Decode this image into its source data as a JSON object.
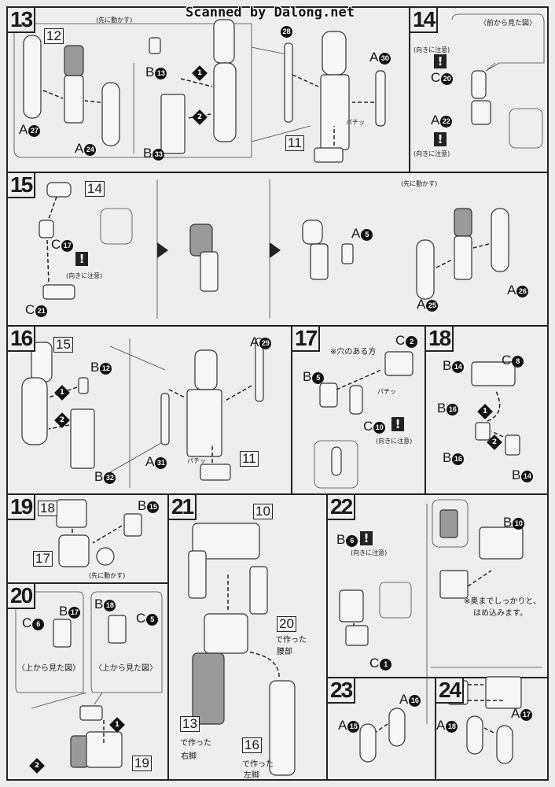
{
  "watermark": "Scanned by Dalong.net",
  "notes": {
    "move_first": "(先に動かす)",
    "mind_direction": "(向きに注意)",
    "front_view": "〈前から見た図〉",
    "top_view": "〈上から見た図〉",
    "side_with_hole": "※穴のある方",
    "click": "パチッ",
    "push_in_1": "※奥までしっかりと、",
    "push_in_2": "はめ込みます。",
    "made_in": "で作った",
    "waist": "腰部",
    "right_leg": "右脚",
    "left_leg": "左脚",
    "warn": "!"
  },
  "steps": {
    "s13": "13",
    "s14": "14",
    "s15": "15",
    "s16": "16",
    "s17": "17",
    "s18": "18",
    "s19": "19",
    "s20": "20",
    "s21": "21",
    "s22": "22",
    "s23": "23",
    "s24": "24"
  },
  "refs": {
    "r10": "10",
    "r11": "11",
    "r12": "12",
    "r13": "13",
    "r14": "14",
    "r15": "15",
    "r16": "16",
    "r17": "17",
    "r18": "18",
    "r19": "19",
    "r20": "20"
  },
  "order": {
    "o1": "1",
    "o2": "2"
  },
  "parts": {
    "A27": {
      "l": "A",
      "n": "27"
    },
    "A24": {
      "l": "A",
      "n": "24"
    },
    "B13": {
      "l": "B",
      "n": "13"
    },
    "B33": {
      "l": "B",
      "n": "33"
    },
    "A28": {
      "l": "",
      "n": "28"
    },
    "A30": {
      "l": "A",
      "n": "30"
    },
    "C20": {
      "l": "C",
      "n": "20"
    },
    "A22": {
      "l": "A",
      "n": "22"
    },
    "C17": {
      "l": "C",
      "n": "17"
    },
    "C21": {
      "l": "C",
      "n": "21"
    },
    "A5": {
      "l": "A",
      "n": "5"
    },
    "A25": {
      "l": "A",
      "n": "25"
    },
    "A26": {
      "l": "A",
      "n": "26"
    },
    "B12": {
      "l": "B",
      "n": "12"
    },
    "B32": {
      "l": "B",
      "n": "32"
    },
    "A29": {
      "l": "A",
      "n": "29"
    },
    "A31": {
      "l": "A",
      "n": "31"
    },
    "C2": {
      "l": "C",
      "n": "2"
    },
    "B5": {
      "l": "B",
      "n": "5"
    },
    "C10": {
      "l": "C",
      "n": "10"
    },
    "B14": {
      "l": "B",
      "n": "14"
    },
    "C8": {
      "l": "C",
      "n": "8"
    },
    "B16": {
      "l": "B",
      "n": "16"
    },
    "B15": {
      "l": "B",
      "n": "15"
    },
    "C6": {
      "l": "C",
      "n": "6"
    },
    "B17": {
      "l": "B",
      "n": "17"
    },
    "B18": {
      "l": "B",
      "n": "18"
    },
    "C5": {
      "l": "C",
      "n": "5"
    },
    "B6": {
      "l": "B",
      "n": "6"
    },
    "C1": {
      "l": "C",
      "n": "1"
    },
    "B10": {
      "l": "B",
      "n": "10"
    },
    "A16": {
      "l": "A",
      "n": "16"
    },
    "A15": {
      "l": "A",
      "n": "15"
    },
    "A18": {
      "l": "A",
      "n": "18"
    },
    "A17": {
      "l": "A",
      "n": "17"
    }
  }
}
